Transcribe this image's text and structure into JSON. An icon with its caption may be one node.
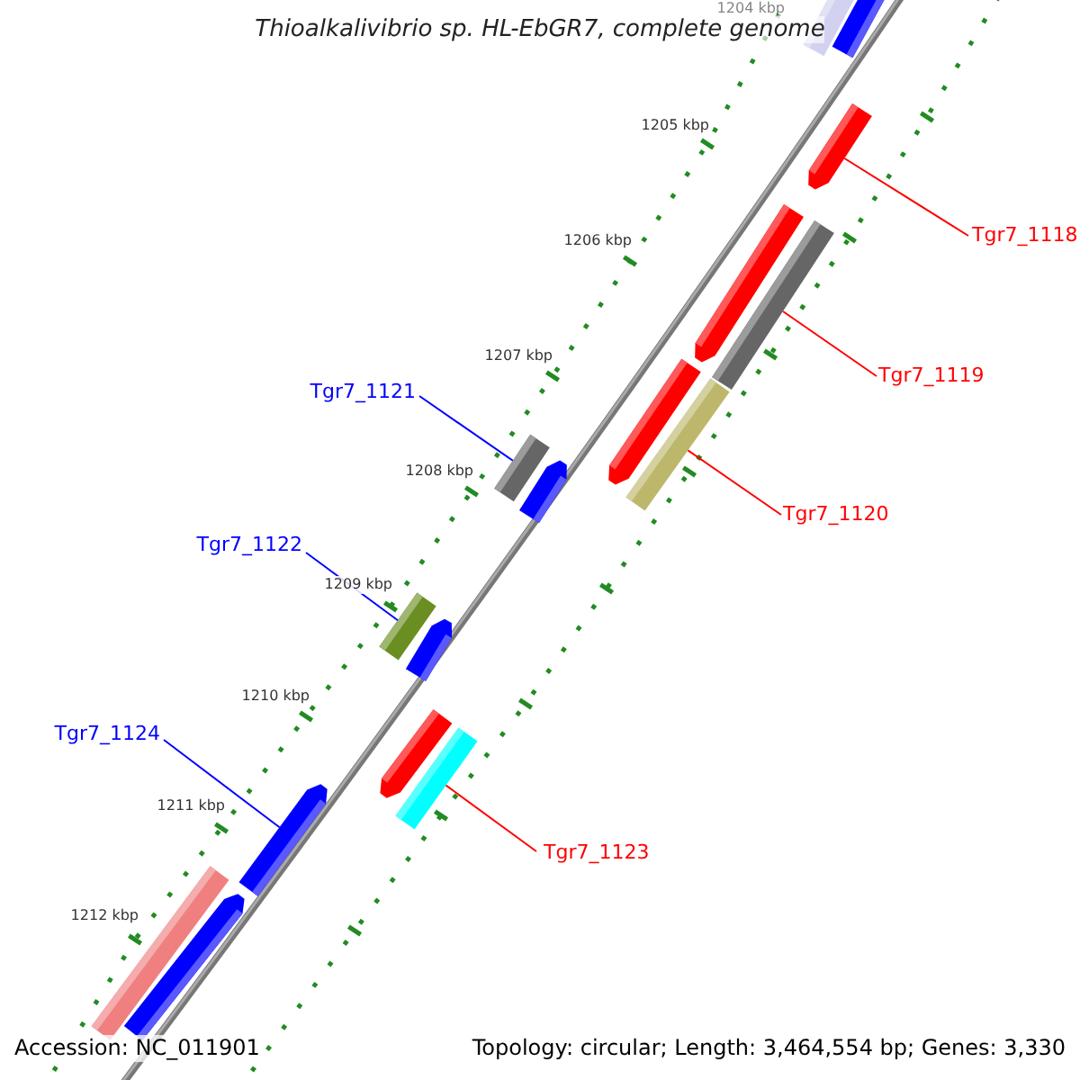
{
  "diagram": {
    "title": "Thioalkalivibrio sp. HL-EbGR7, complete genome",
    "nodes": [
      {
        "text": [
          "Tgr7_1118"
        ]
      },
      {
        "text": [
          "Tgr7_1119"
        ]
      },
      {
        "text": [
          "Tgr7_1120"
        ]
      },
      {
        "text": [
          "Tgr7_1121"
        ]
      },
      {
        "text": [
          "Tgr7_1122"
        ]
      },
      {
        "text": [
          "Tgr7_1123"
        ]
      },
      {
        "text": [
          "Tgr7_1124"
        ]
      },
      {
        "text": [],
        "shape": "bar"
      },
      {
        "text": [],
        "shape": "bar"
      },
      {
        "text": [],
        "shape": "bar"
      },
      {
        "text": [],
        "shape": "bar"
      },
      {
        "text": [],
        "shape": "bar"
      },
      {
        "text": [],
        "shape": "bar"
      },
      {
        "text": [],
        "shape": "bar"
      },
      {
        "text": [],
        "shape": "bar"
      },
      {
        "text": [],
        "shape": "bar"
      },
      {
        "text": [],
        "shape": "bar"
      },
      {
        "text": [],
        "shape": "bar"
      },
      {
        "text": [],
        "shape": "bar"
      },
      {
        "text": [],
        "shape": "bar"
      },
      {
        "text": [],
        "shape": "bar"
      },
      {
        "text": [],
        "shape": "bar"
      },
      {
        "text": [],
        "shape": "bar"
      }
    ],
    "edges": [
      {
        "from": 0,
        "to": 9,
        "arrow": "none"
      },
      {
        "from": 1,
        "to": 11,
        "arrow": "none"
      },
      {
        "from": 2,
        "to": 13,
        "arrow": "none"
      },
      {
        "from": 3,
        "to": 14,
        "arrow": "none",
        "color": "#0000ff"
      },
      {
        "from": 4,
        "to": 16,
        "arrow": "none",
        "color": "#0000ff"
      },
      {
        "from": 5,
        "to": 19,
        "arrow": "none"
      },
      {
        "from": 6,
        "to": 20,
        "arrow": "none",
        "color": "#0000ff"
      }
    ],
    "labels": [
      "1204 kbp",
      "1205 kbp",
      "1206 kbp",
      "1207 kbp",
      "1208 kbp",
      "1209 kbp",
      "1210 kbp",
      "1211 kbp",
      "1212 kbp",
      "Accession: NC_011901",
      "Topology: circular; Length: 3,464,554 bp; Genes: 3,330"
    ]
  }
}
